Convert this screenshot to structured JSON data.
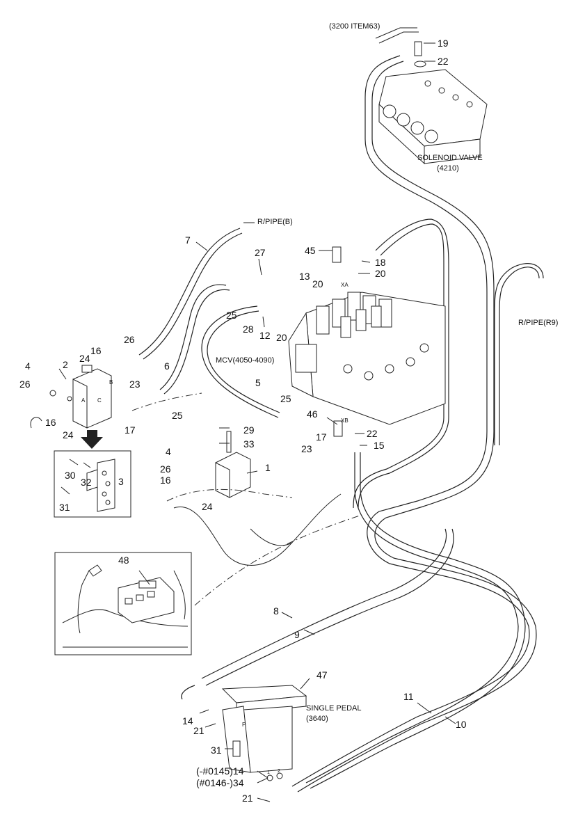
{
  "labels": {
    "sv_ref": "(3200 ITEM63)",
    "solenoid_valve": "SOLENOID VALVE",
    "solenoid_valve_code": "(4210)",
    "rpipe_b": "R/PIPE(B)",
    "rpipe_r9": "R/PIPE(R9)",
    "mcv": "MCV(4050-4090)",
    "xa": "XA",
    "xb": "XB",
    "port_a": "A",
    "port_b": "B",
    "port_c": "C",
    "port_p": "P",
    "pedal_port_1": "1",
    "pedal_port_2": "2",
    "single_pedal": "SINGLE PEDAL",
    "single_pedal_code": "(3640)",
    "serial_before": "(-#0145)14",
    "serial_after": "(#0146-)34"
  },
  "callouts": {
    "c1": "1",
    "c2": "2",
    "c3": "3",
    "c4a": "4",
    "c4b": "4",
    "c5": "5",
    "c6": "6",
    "c7": "7",
    "c8": "8",
    "c9": "9",
    "c10": "10",
    "c11": "11",
    "c12": "12",
    "c13": "13",
    "c14": "14",
    "c15": "15",
    "c16a": "16",
    "c16b": "16",
    "c16c": "16",
    "c17a": "17",
    "c17b": "17",
    "c18": "18",
    "c19": "19",
    "c20a": "20",
    "c20b": "20",
    "c20c": "20",
    "c21a": "21",
    "c21b": "21",
    "c22a": "22",
    "c22b": "22",
    "c23a": "23",
    "c23b": "23",
    "c24a": "24",
    "c24b": "24",
    "c24c": "24",
    "c25a": "25",
    "c25b": "25",
    "c25c": "25",
    "c26a": "26",
    "c26b": "26",
    "c26c": "26",
    "c27": "27",
    "c28": "28",
    "c29": "29",
    "c30": "30",
    "c31a": "31",
    "c31b": "31",
    "c32": "32",
    "c33": "33",
    "c45": "45",
    "c46": "46",
    "c47": "47",
    "c48": "48"
  }
}
